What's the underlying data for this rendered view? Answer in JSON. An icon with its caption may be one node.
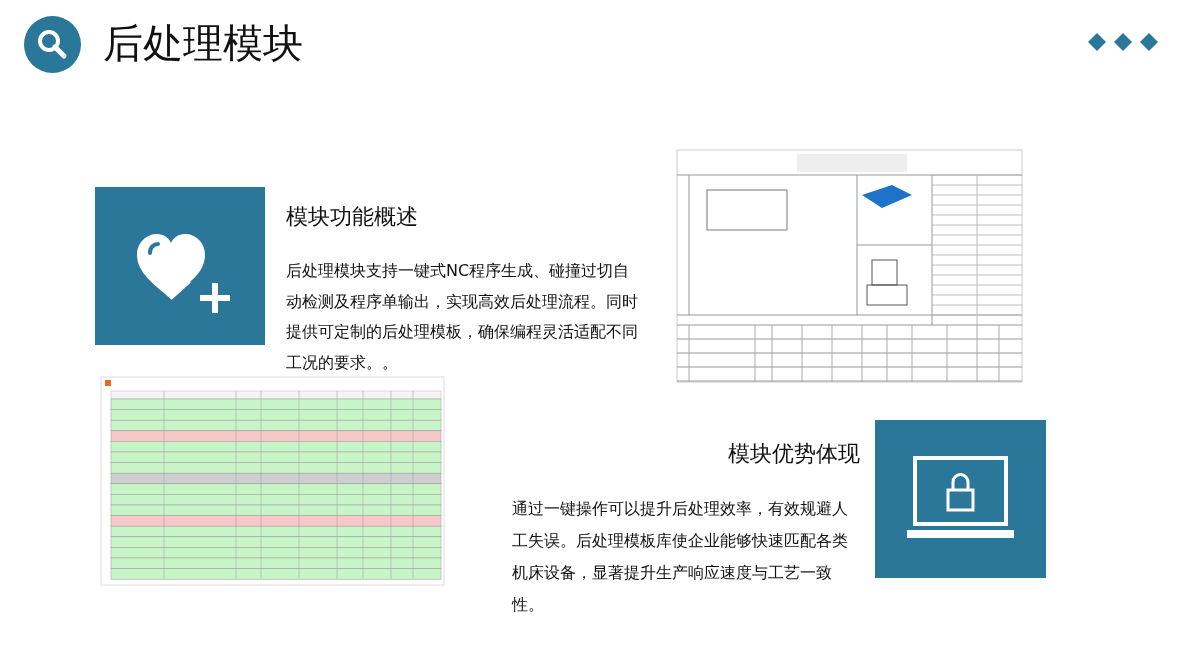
{
  "diagram": {
    "title": "后处理模块",
    "labels": [
      "模块功能概述",
      "后处理模块支持一键式NC程序生成、碰撞过切自动检测及程序单输出，实现高效后处理流程。同时提供可定制的后处理模板，确保编程灵活适配不同工况的要求。。",
      "模块优势体现",
      "通过一键操作可以提升后处理效率，有效规避人工失误。后处理模板库使企业能够快速匹配各类机床设备，显著提升生产响应速度与工艺一致性。"
    ]
  }
}
